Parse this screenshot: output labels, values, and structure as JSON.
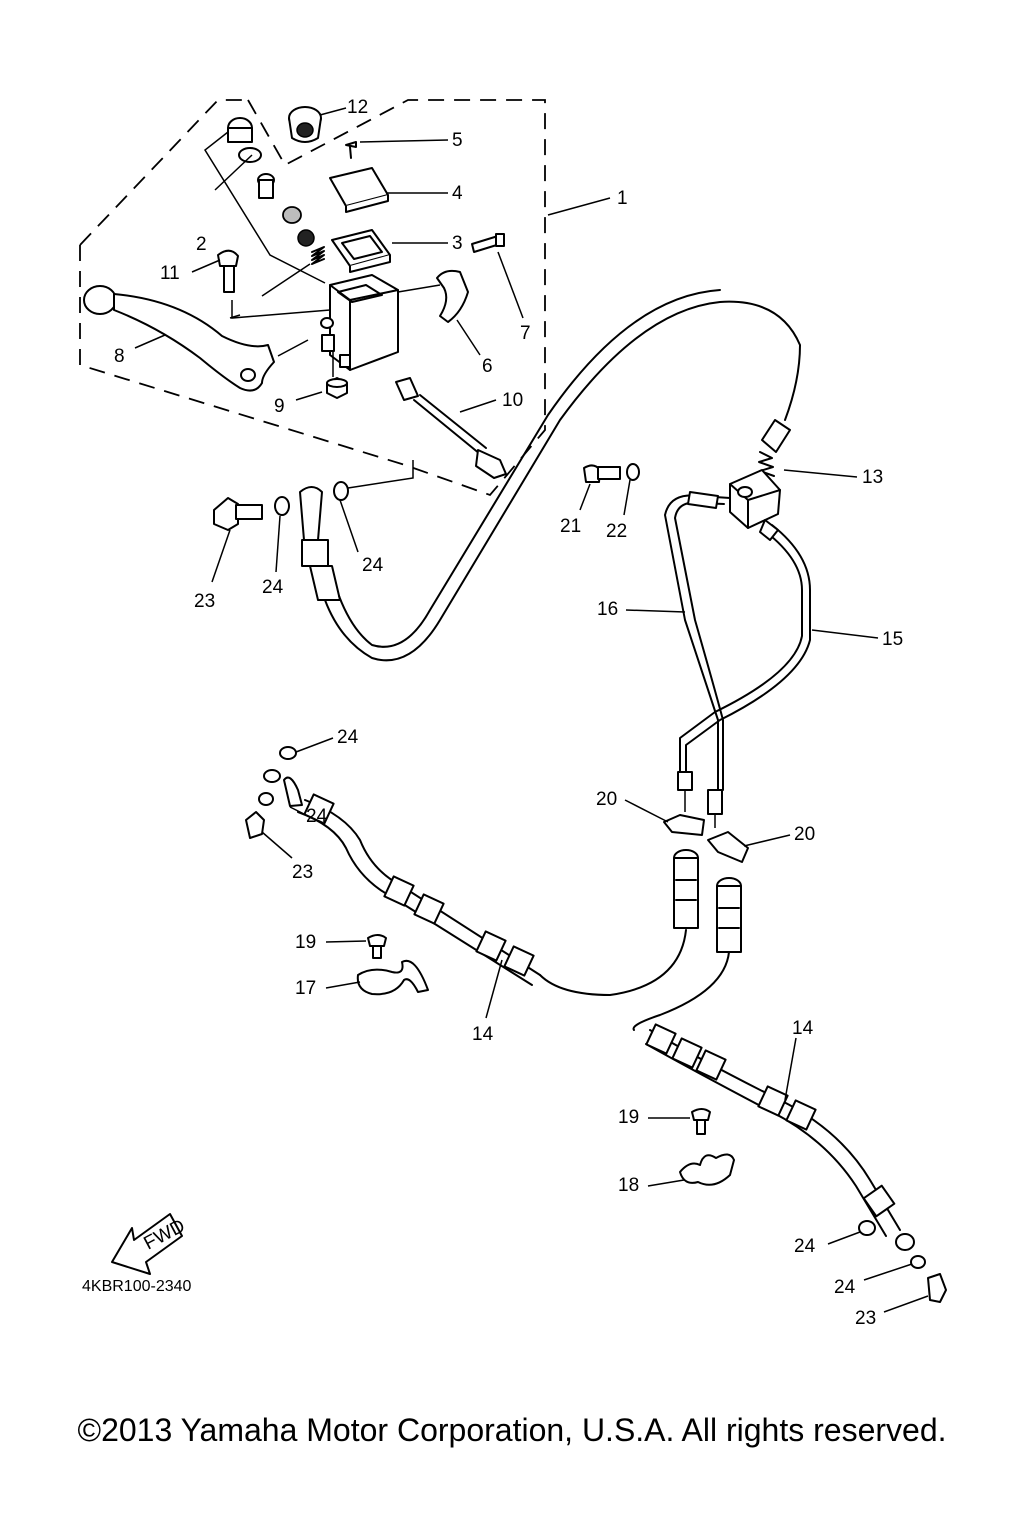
{
  "labels": {
    "l1": "1",
    "l2": "2",
    "l3": "3",
    "l4": "4",
    "l5": "5",
    "l6": "6",
    "l7": "7",
    "l8": "8",
    "l9": "9",
    "l10": "10",
    "l11": "11",
    "l12": "12",
    "l13": "13",
    "l14a": "14",
    "l14b": "14",
    "l15": "15",
    "l16": "16",
    "l17": "17",
    "l18": "18",
    "l19a": "19",
    "l19b": "19",
    "l20a": "20",
    "l20b": "20",
    "l21": "21",
    "l22": "22",
    "l23a": "23",
    "l23b": "23",
    "l23c": "23",
    "l24a": "24",
    "l24b": "24",
    "l24c": "24",
    "l24d": "24",
    "l24e": "24",
    "l24f": "24"
  },
  "fwd_arrow_text": "FWD",
  "diagram_code": "4KBR100-2340",
  "copyright": "©2013 Yamaha Motor Corporation, U.S.A. All rights reserved."
}
